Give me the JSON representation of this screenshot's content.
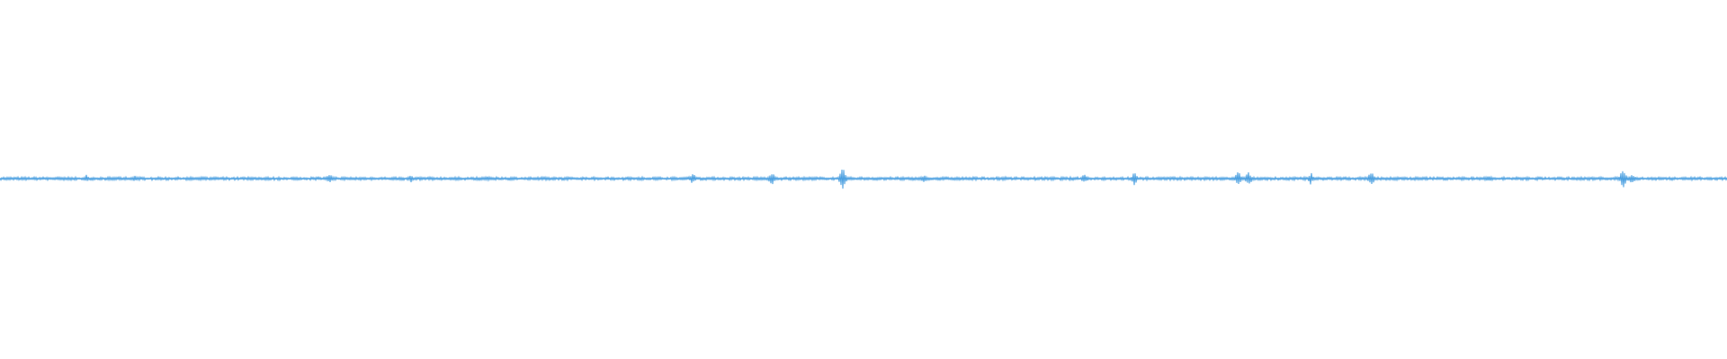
{
  "chart_data": {
    "type": "line",
    "title": "",
    "xlabel": "",
    "ylabel": "",
    "grid": false,
    "legend": "none",
    "xlim": [
      0,
      1
    ],
    "ylim": [
      -1,
      1
    ],
    "series": [
      {
        "color": "#4a9fe0",
        "baseline": 0,
        "noise_amplitude": 0.006,
        "bursts": [
          {
            "x": 0.04,
            "amplitude": 0.01,
            "width": 0.004
          },
          {
            "x": 0.05,
            "amplitude": 0.022,
            "width": 0.002
          },
          {
            "x": 0.066,
            "amplitude": 0.01,
            "width": 0.004
          },
          {
            "x": 0.078,
            "amplitude": 0.018,
            "width": 0.003
          },
          {
            "x": 0.118,
            "amplitude": 0.008,
            "width": 0.003
          },
          {
            "x": 0.15,
            "amplitude": 0.007,
            "width": 0.003
          },
          {
            "x": 0.172,
            "amplitude": 0.007,
            "width": 0.003
          },
          {
            "x": 0.191,
            "amplitude": 0.022,
            "width": 0.004
          },
          {
            "x": 0.238,
            "amplitude": 0.022,
            "width": 0.002
          },
          {
            "x": 0.282,
            "amplitude": 0.012,
            "width": 0.006
          },
          {
            "x": 0.372,
            "amplitude": 0.01,
            "width": 0.003
          },
          {
            "x": 0.401,
            "amplitude": 0.032,
            "width": 0.003
          },
          {
            "x": 0.447,
            "amplitude": 0.038,
            "width": 0.003
          },
          {
            "x": 0.463,
            "amplitude": 0.008,
            "width": 0.002
          },
          {
            "x": 0.488,
            "amplitude": 0.06,
            "width": 0.003
          },
          {
            "x": 0.535,
            "amplitude": 0.02,
            "width": 0.004
          },
          {
            "x": 0.582,
            "amplitude": 0.012,
            "width": 0.003
          },
          {
            "x": 0.628,
            "amplitude": 0.028,
            "width": 0.003
          },
          {
            "x": 0.657,
            "amplitude": 0.052,
            "width": 0.002
          },
          {
            "x": 0.672,
            "amplitude": 0.008,
            "width": 0.003
          },
          {
            "x": 0.69,
            "amplitude": 0.01,
            "width": 0.004
          },
          {
            "x": 0.717,
            "amplitude": 0.042,
            "width": 0.003
          },
          {
            "x": 0.723,
            "amplitude": 0.038,
            "width": 0.003
          },
          {
            "x": 0.759,
            "amplitude": 0.038,
            "width": 0.002
          },
          {
            "x": 0.794,
            "amplitude": 0.042,
            "width": 0.003
          },
          {
            "x": 0.862,
            "amplitude": 0.014,
            "width": 0.006
          },
          {
            "x": 0.94,
            "amplitude": 0.06,
            "width": 0.003
          },
          {
            "x": 0.945,
            "amplitude": 0.03,
            "width": 0.003
          }
        ]
      }
    ]
  }
}
